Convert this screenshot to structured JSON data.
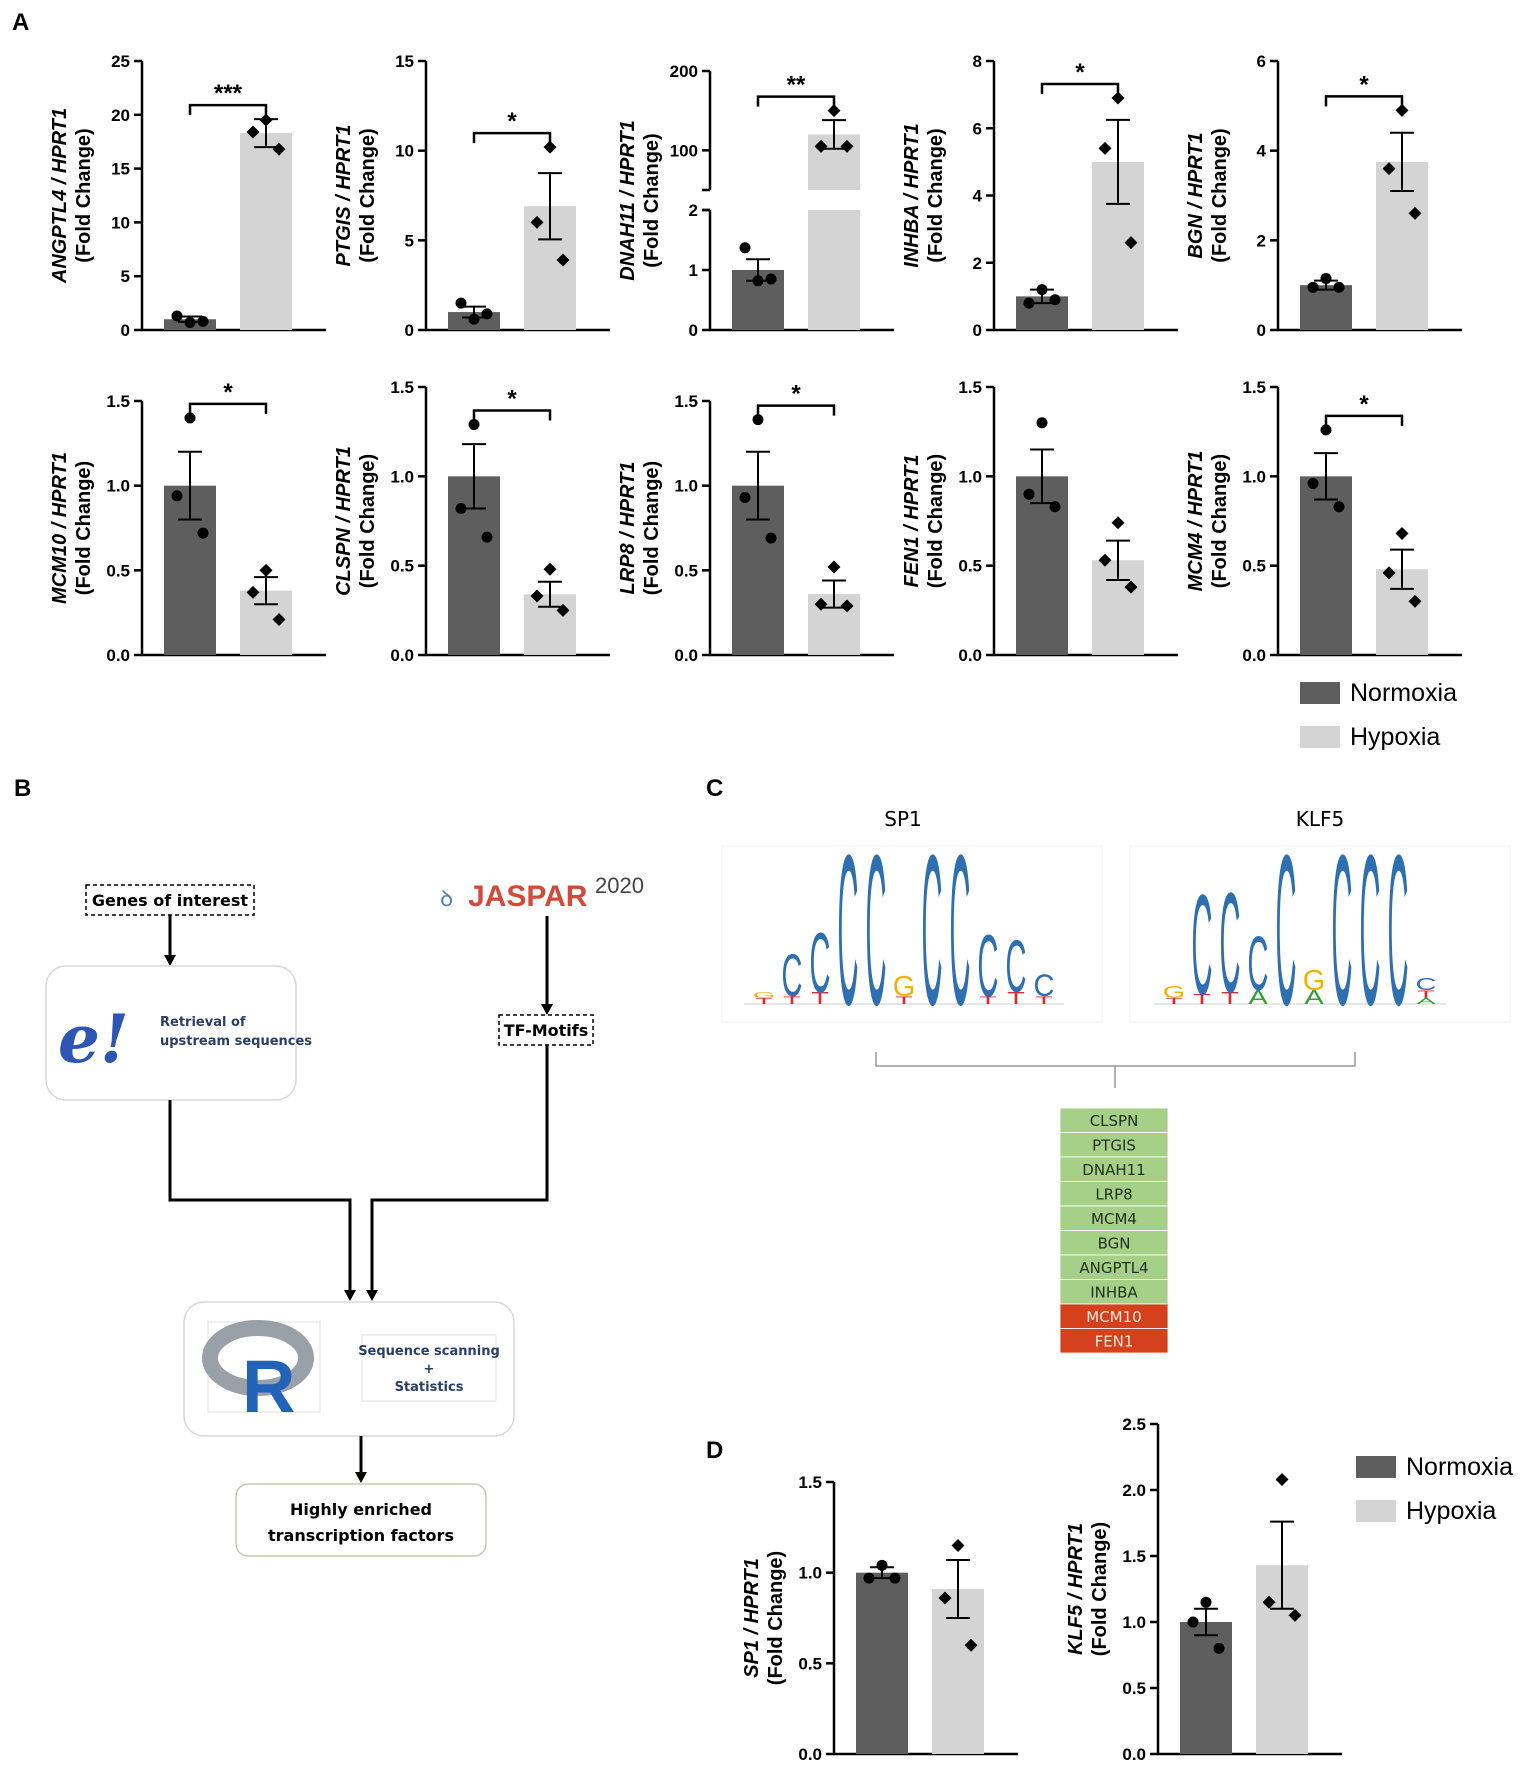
{
  "colors": {
    "normoxia": "#5e5e5e",
    "hypoxia": "#d4d4d4",
    "green": "#a6d088",
    "red": "#d4411c",
    "jaspar": "#d24b3a",
    "ensembl": "#2d55b4",
    "logoC": "#2e6fb2",
    "logoG": "#f0b400",
    "logoT": "#e0282e",
    "logoA": "#30a030"
  },
  "panels": {
    "a": "A",
    "b": "B",
    "c": "C",
    "d": "D"
  },
  "legend": {
    "normoxia": "Normoxia",
    "hypoxia": "Hypoxia"
  },
  "chart_data": [
    {
      "type": "bar",
      "gene": "ANGPTL4",
      "ylabel_gene": "ANGPTL4 / HPRT1",
      "ylabel2": "(Fold Change)",
      "categories": [
        "Normoxia",
        "Hypoxia"
      ],
      "values": [
        1.0,
        18.3
      ],
      "errors": [
        0.25,
        1.3
      ],
      "points": [
        [
          0.7,
          1.3,
          0.8
        ],
        [
          19.5,
          18.4,
          16.8
        ]
      ],
      "ylim": [
        0,
        25
      ],
      "yticks": [
        "0",
        "5",
        "10",
        "15",
        "20",
        "25"
      ],
      "significance": "***",
      "grid": false
    },
    {
      "type": "bar",
      "gene": "PTGIS",
      "ylabel_gene": "PTGIS / HPRT1",
      "ylabel2": "(Fold Change)",
      "categories": [
        "Normoxia",
        "Hypoxia"
      ],
      "values": [
        1.0,
        6.9
      ],
      "errors": [
        0.3,
        1.85
      ],
      "points": [
        [
          0.6,
          1.5,
          0.9
        ],
        [
          10.2,
          6.0,
          3.9
        ]
      ],
      "ylim": [
        0,
        15
      ],
      "yticks": [
        "0",
        "5",
        "10",
        "15"
      ],
      "significance": "*",
      "grid": false
    },
    {
      "type": "bar",
      "gene": "DNAH11",
      "ylabel_gene": "DNAH11 / HPRT1",
      "ylabel2": "(Fold Change)",
      "categories": [
        "Normoxia",
        "Hypoxia"
      ],
      "values": [
        1.0,
        120
      ],
      "errors": [
        0.18,
        18
      ],
      "points": [
        [
          0.82,
          1.37,
          0.85
        ],
        [
          150,
          105,
          105
        ]
      ],
      "ylim": [
        0,
        200
      ],
      "yticks": [
        "0",
        "1",
        "2",
        "100",
        "200"
      ],
      "axis_break": [
        2,
        50
      ],
      "significance": "**",
      "grid": false
    },
    {
      "type": "bar",
      "gene": "INHBA",
      "ylabel_gene": "INHBA / HPRT1",
      "ylabel2": "(Fold Change)",
      "categories": [
        "Normoxia",
        "Hypoxia"
      ],
      "values": [
        1.0,
        5.0
      ],
      "errors": [
        0.2,
        1.25
      ],
      "points": [
        [
          1.2,
          0.8,
          0.9
        ],
        [
          6.9,
          5.4,
          2.6
        ]
      ],
      "ylim": [
        0,
        8
      ],
      "yticks": [
        "0",
        "2",
        "4",
        "6",
        "8"
      ],
      "significance": "*",
      "grid": false
    },
    {
      "type": "bar",
      "gene": "BGN",
      "ylabel_gene": "BGN / HPRT1",
      "ylabel2": "(Fold Change)",
      "categories": [
        "Normoxia",
        "Hypoxia"
      ],
      "values": [
        1.0,
        3.75
      ],
      "errors": [
        0.1,
        0.65
      ],
      "points": [
        [
          1.15,
          0.95,
          0.95
        ],
        [
          4.9,
          3.6,
          2.6
        ]
      ],
      "ylim": [
        0,
        6
      ],
      "yticks": [
        "0",
        "2",
        "4",
        "6"
      ],
      "significance": "*",
      "grid": false
    },
    {
      "type": "bar",
      "gene": "MCM10",
      "ylabel_gene": "MCM10 / HPRT1",
      "ylabel2": "(Fold Change)",
      "categories": [
        "Normoxia",
        "Hypoxia"
      ],
      "values": [
        1.0,
        0.38
      ],
      "errors": [
        0.2,
        0.08
      ],
      "points": [
        [
          1.4,
          0.94,
          0.72
        ],
        [
          0.5,
          0.37,
          0.21
        ]
      ],
      "ylim": [
        0,
        1.5
      ],
      "yticks": [
        "0.0",
        "0.5",
        "1.0",
        "1.5"
      ],
      "significance": "*",
      "grid": false
    },
    {
      "type": "bar",
      "gene": "CLSPN",
      "ylabel_gene": "CLSPN / HPRT1",
      "ylabel2": "(Fold Change)",
      "categories": [
        "Normoxia",
        "Hypoxia"
      ],
      "values": [
        1.0,
        0.34
      ],
      "errors": [
        0.18,
        0.07
      ],
      "points": [
        [
          1.29,
          0.82,
          0.66
        ],
        [
          0.48,
          0.33,
          0.25
        ]
      ],
      "ylim": [
        0,
        1.5
      ],
      "yticks": [
        "0.0",
        "0.5",
        "1.0",
        "1.5"
      ],
      "significance": "*",
      "grid": false
    },
    {
      "type": "bar",
      "gene": "LRP8",
      "ylabel_gene": "LRP8 / HPRT1",
      "ylabel2": "(Fold Change)",
      "categories": [
        "Normoxia",
        "Hypoxia"
      ],
      "values": [
        1.0,
        0.36
      ],
      "errors": [
        0.2,
        0.08
      ],
      "points": [
        [
          1.39,
          0.93,
          0.69
        ],
        [
          0.52,
          0.3,
          0.29
        ]
      ],
      "ylim": [
        0,
        1.5
      ],
      "yticks": [
        "0.0",
        "0.5",
        "1.0",
        "1.5"
      ],
      "significance": "*",
      "grid": false
    },
    {
      "type": "bar",
      "gene": "FEN1",
      "ylabel_gene": "FEN1 / HPRT1",
      "ylabel2": "(Fold Change)",
      "categories": [
        "Normoxia",
        "Hypoxia"
      ],
      "values": [
        1.0,
        0.53
      ],
      "errors": [
        0.15,
        0.11
      ],
      "points": [
        [
          1.3,
          0.9,
          0.83
        ],
        [
          0.74,
          0.53,
          0.38
        ]
      ],
      "ylim": [
        0,
        1.5
      ],
      "yticks": [
        "0.0",
        "0.5",
        "1.0",
        "1.5"
      ],
      "significance": "",
      "grid": false
    },
    {
      "type": "bar",
      "gene": "MCM4",
      "ylabel_gene": "MCM4 / HPRT1",
      "ylabel2": "(Fold Change)",
      "categories": [
        "Normoxia",
        "Hypoxia"
      ],
      "values": [
        1.0,
        0.48
      ],
      "errors": [
        0.13,
        0.11
      ],
      "points": [
        [
          1.26,
          0.96,
          0.83
        ],
        [
          0.68,
          0.46,
          0.3
        ]
      ],
      "ylim": [
        0,
        1.5
      ],
      "yticks": [
        "0.0",
        "0.5",
        "1.0",
        "1.5"
      ],
      "significance": "*",
      "grid": false
    },
    {
      "type": "bar",
      "gene": "SP1",
      "ylabel_gene": "SP1 / HPRT1",
      "ylabel2": "(Fold Change)",
      "categories": [
        "Normoxia",
        "Hypoxia"
      ],
      "values": [
        1.0,
        0.91
      ],
      "errors": [
        0.03,
        0.16
      ],
      "points": [
        [
          1.04,
          0.97,
          0.97
        ],
        [
          1.15,
          0.86,
          0.6
        ]
      ],
      "ylim": [
        0,
        1.5
      ],
      "yticks": [
        "0.0",
        "0.5",
        "1.0",
        "1.5"
      ],
      "significance": "",
      "grid": false
    },
    {
      "type": "bar",
      "gene": "KLF5",
      "ylabel_gene": "KLF5 / HPRT1",
      "ylabel2": "(Fold Change)",
      "categories": [
        "Normoxia",
        "Hypoxia"
      ],
      "values": [
        1.0,
        1.43
      ],
      "errors": [
        0.1,
        0.33
      ],
      "points": [
        [
          1.15,
          1.0,
          0.8
        ],
        [
          2.08,
          1.15,
          1.05
        ]
      ],
      "ylim": [
        0,
        2.5
      ],
      "yticks": [
        "0.0",
        "0.5",
        "1.0",
        "1.5",
        "2.0",
        "2.5"
      ],
      "significance": "",
      "grid": false
    }
  ],
  "workflow": {
    "genes_box": "Genes of interest",
    "ensembl_logo": "e!",
    "ensembl_text1": "Retrieval of",
    "ensembl_text2": "upstream sequences",
    "jaspar_name": "JASPAR",
    "jaspar_year": "2020",
    "tf_motifs": "TF-Motifs",
    "r_logo": "R",
    "scan_line1": "Sequence scanning",
    "scan_plus": "+",
    "scan_line2": "Statistics",
    "result_line1": "Highly enriched",
    "result_line2": "transcription factors"
  },
  "motifs": {
    "sp1_title": "SP1",
    "klf5_title": "KLF5",
    "genes": [
      {
        "name": "CLSPN",
        "status": "green"
      },
      {
        "name": "PTGIS",
        "status": "green"
      },
      {
        "name": "DNAH11",
        "status": "green"
      },
      {
        "name": "LRP8",
        "status": "green"
      },
      {
        "name": "MCM4",
        "status": "green"
      },
      {
        "name": "BGN",
        "status": "green"
      },
      {
        "name": "ANGPTL4",
        "status": "green"
      },
      {
        "name": "INHBA",
        "status": "green"
      },
      {
        "name": "MCM10",
        "status": "red"
      },
      {
        "name": "FEN1",
        "status": "red"
      }
    ]
  }
}
